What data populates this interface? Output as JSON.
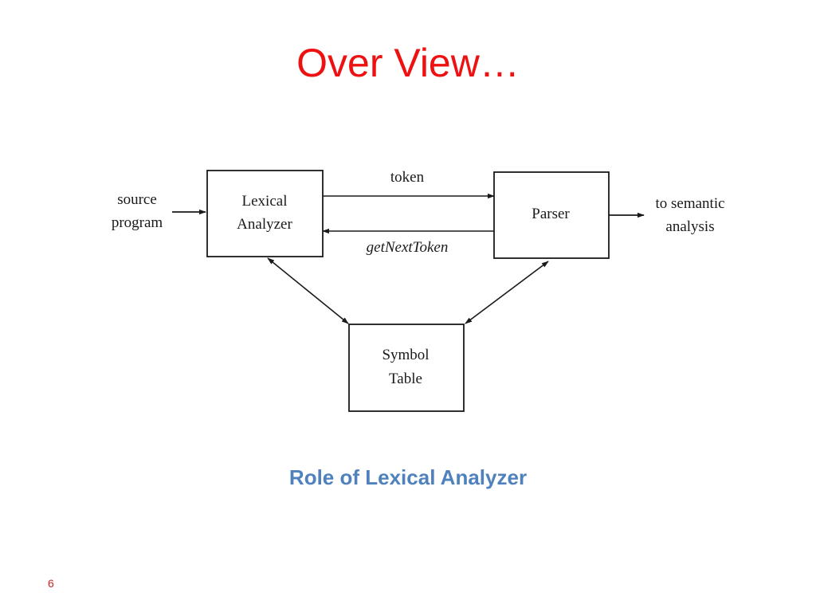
{
  "slide": {
    "title": "Over View…",
    "caption": "Role of Lexical Analyzer",
    "page_number": "6"
  },
  "diagram": {
    "source_label": {
      "line1": "source",
      "line2": "program"
    },
    "lexical_box": {
      "line1": "Lexical",
      "line2": "Analyzer"
    },
    "parser_box": {
      "line1": "Parser"
    },
    "symbol_box": {
      "line1": "Symbol",
      "line2": "Table"
    },
    "output_label": {
      "line1": "to semantic",
      "line2": "analysis"
    },
    "token_label": "token",
    "request_label": "getNextToken"
  }
}
